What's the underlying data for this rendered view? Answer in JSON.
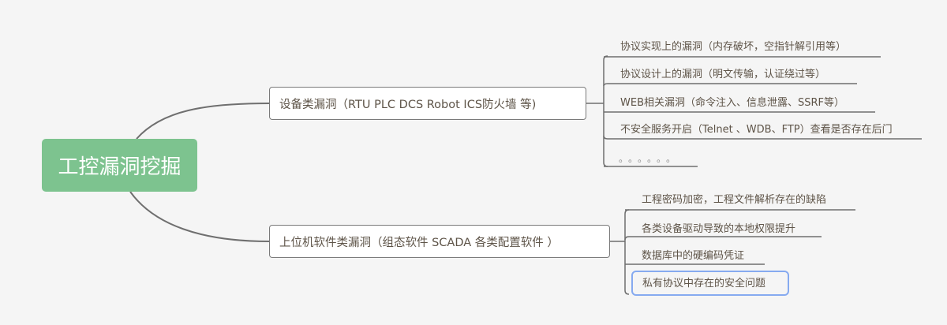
{
  "mindmap": {
    "root": {
      "label": "工控漏洞挖掘",
      "color": "#7dc38f"
    },
    "branches": [
      {
        "label": "设备类漏洞（RTU PLC DCS Robot ICS防火墙 等)",
        "children": [
          {
            "label": "协议实现上的漏洞（内存破坏，空指针解引用等）"
          },
          {
            "label": "协议设计上的漏洞（明文传输，认证绕过等）"
          },
          {
            "label": "WEB相关漏洞（命令注入、信息泄露、SSRF等）"
          },
          {
            "label": "不安全服务开启（Telnet 、WDB、FTP）查看是否存在后门"
          },
          {
            "label": "。。。。。。"
          }
        ]
      },
      {
        "label": "上位机软件类漏洞（组态软件 SCADA 各类配置软件 ）",
        "children": [
          {
            "label": "工程密码加密，工程文件解析存在的缺陷"
          },
          {
            "label": "各类设备驱动导致的本地权限提升"
          },
          {
            "label": "数据库中的硬编码凭证"
          },
          {
            "label": "私有协议中存在的安全问题",
            "selected": true
          }
        ]
      }
    ],
    "colors": {
      "line": "#6f6f6f",
      "text": "#5e5448",
      "selection": "#86aaf0",
      "background": "#f5f5f5"
    }
  }
}
